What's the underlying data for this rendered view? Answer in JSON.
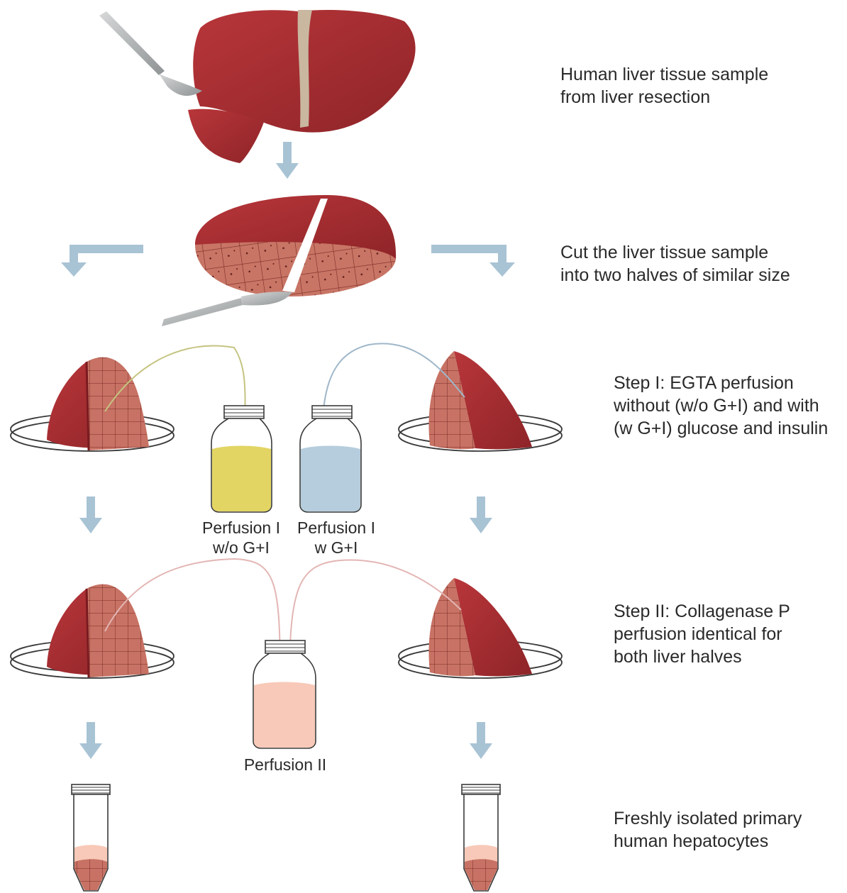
{
  "steps": {
    "s1": [
      "Human liver tissue sample",
      "from liver resection"
    ],
    "s2": [
      "Cut the liver tissue sample",
      "into two halves of similar size"
    ],
    "s3": [
      "Step I: EGTA perfusion",
      "without (w/o G+I) and with",
      "(w G+I) glucose and insulin"
    ],
    "s4": [
      "Step II: Collagenase P",
      "perfusion identical for",
      "both liver halves"
    ],
    "s5": [
      "Freshly isolated primary",
      "human hepatocytes"
    ]
  },
  "bottles": {
    "yellow": [
      "Perfusion I",
      "w/o G+I"
    ],
    "blue": [
      "Perfusion I",
      "w G+I"
    ],
    "pink": [
      "Perfusion II"
    ]
  },
  "colors": {
    "liver": "#a62b2f",
    "liver_dark": "#7a1b20",
    "liver_cut": "#c97a6c",
    "arrow": "#a8c3d4",
    "yellow_fluid": "#e2d563",
    "blue_fluid": "#b6cddd",
    "pink_fluid": "#f8c9b8",
    "scalpel": "#a9acae"
  }
}
